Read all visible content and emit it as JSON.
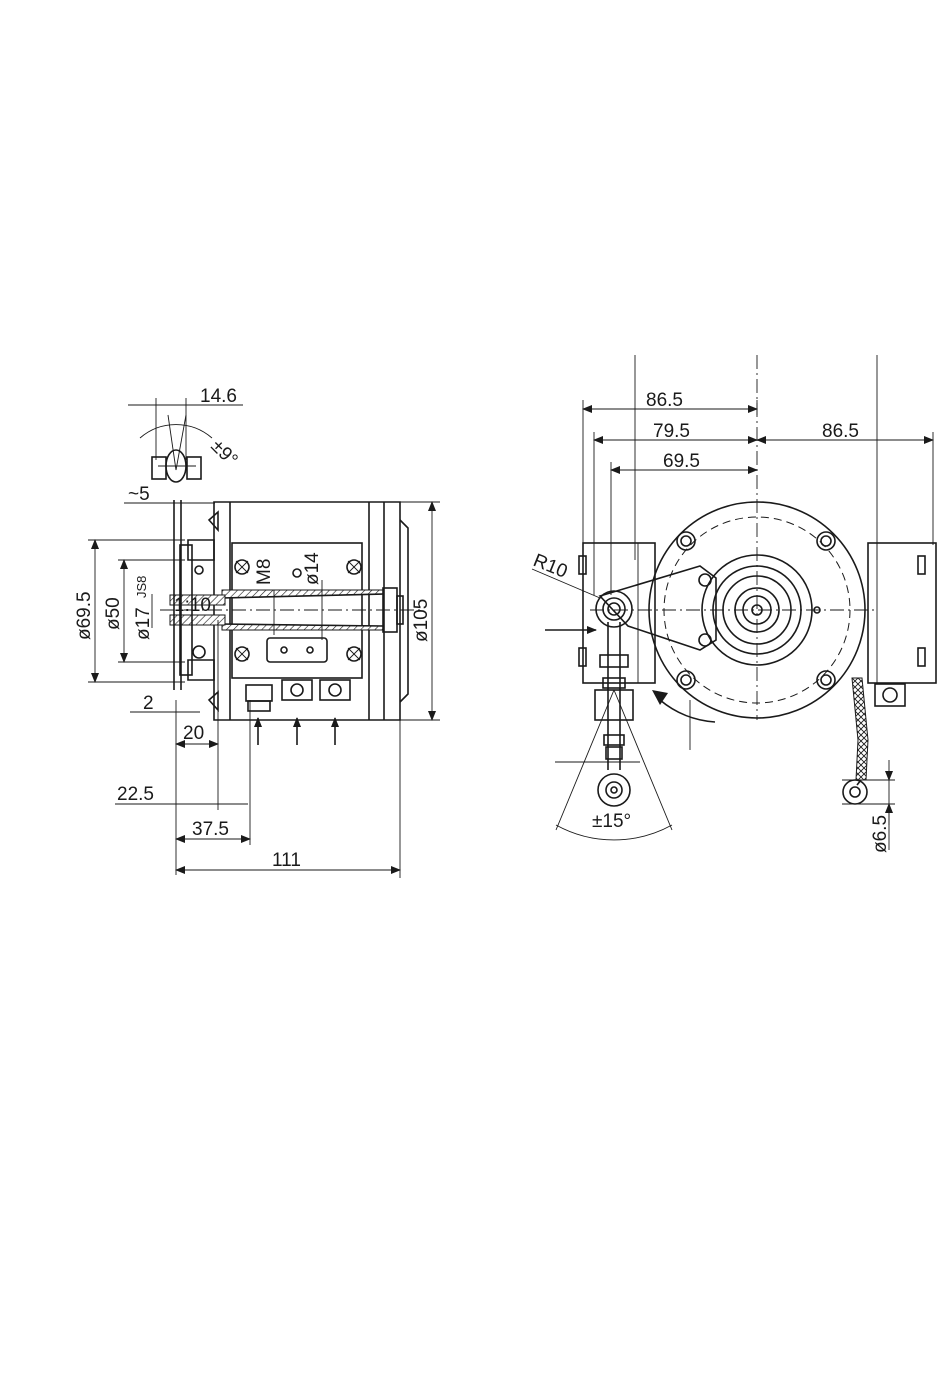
{
  "side_view": {
    "dims": {
      "d14_6": "14.6",
      "angle9": "±9°",
      "approx5": "~5",
      "d69_5": "ø69.5",
      "d50": "ø50",
      "d17": "ø17",
      "js8": "JS8",
      "taper": "1:10",
      "m8": "M8",
      "d14": "ø14",
      "d105": "ø105",
      "d2": "2",
      "d20": "20",
      "d22_5": "22.5",
      "d37_5": "37.5",
      "d111": "111"
    }
  },
  "front_view": {
    "dims": {
      "d86_5_left": "86.5",
      "d79_5": "79.5",
      "d69_5": "69.5",
      "d86_5_right": "86.5",
      "r10": "R10",
      "angle15": "±15°",
      "d6_5": "ø6.5"
    }
  }
}
